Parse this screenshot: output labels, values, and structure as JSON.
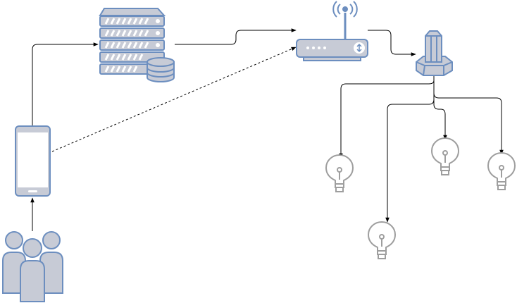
{
  "diagram": {
    "nodes": [
      {
        "id": "users",
        "icon": "users-icon"
      },
      {
        "id": "phone",
        "icon": "smartphone-icon"
      },
      {
        "id": "server",
        "icon": "server-database-icon"
      },
      {
        "id": "router",
        "icon": "wireless-router-icon"
      },
      {
        "id": "hub",
        "icon": "smart-hub-icon"
      },
      {
        "id": "bulb1",
        "icon": "lightbulb-icon"
      },
      {
        "id": "bulb2",
        "icon": "lightbulb-icon"
      },
      {
        "id": "bulb3",
        "icon": "lightbulb-icon"
      },
      {
        "id": "bulb4",
        "icon": "lightbulb-icon"
      }
    ],
    "edges": [
      {
        "from": "users",
        "to": "phone",
        "style": "solid"
      },
      {
        "from": "phone",
        "to": "server",
        "style": "solid"
      },
      {
        "from": "server",
        "to": "router",
        "style": "solid"
      },
      {
        "from": "phone",
        "to": "router",
        "style": "dashed"
      },
      {
        "from": "router",
        "to": "hub",
        "style": "solid"
      },
      {
        "from": "hub",
        "to": "bulb1",
        "style": "solid"
      },
      {
        "from": "hub",
        "to": "bulb2",
        "style": "solid"
      },
      {
        "from": "hub",
        "to": "bulb3",
        "style": "solid"
      },
      {
        "from": "hub",
        "to": "bulb4",
        "style": "solid"
      }
    ]
  },
  "colors": {
    "icon_fill": "#C7CBD6",
    "icon_stroke": "#6C8EBF",
    "bulb_stroke": "#9E9E9E",
    "edge": "#000000"
  }
}
